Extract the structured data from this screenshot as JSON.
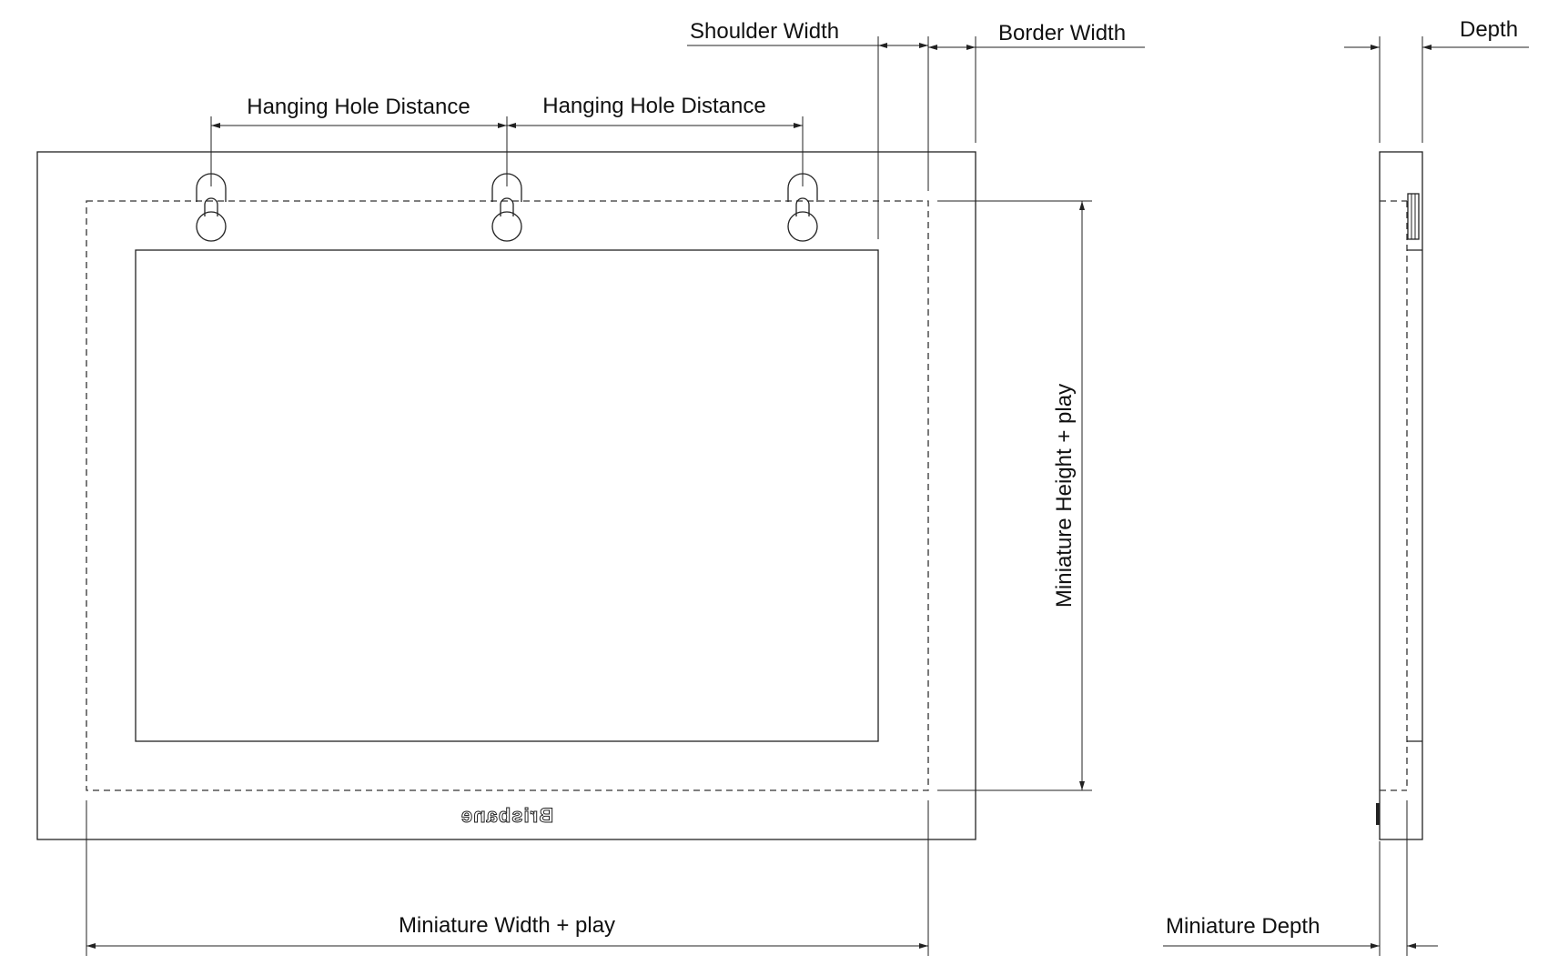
{
  "labels": {
    "shoulder_width": "Shoulder Width",
    "border_width": "Border Width",
    "depth": "Depth",
    "hanging_hole_distance_left": "Hanging Hole Distance",
    "hanging_hole_distance_right": "Hanging Hole Distance",
    "miniature_height_play": "Miniature Height + play",
    "miniature_width_play": "Miniature Width + play",
    "miniature_depth": "Miniature Depth"
  },
  "brand": {
    "text": "Brisbane",
    "mirrored": true
  },
  "colors": {
    "line": "#222222",
    "background": "#ffffff"
  }
}
